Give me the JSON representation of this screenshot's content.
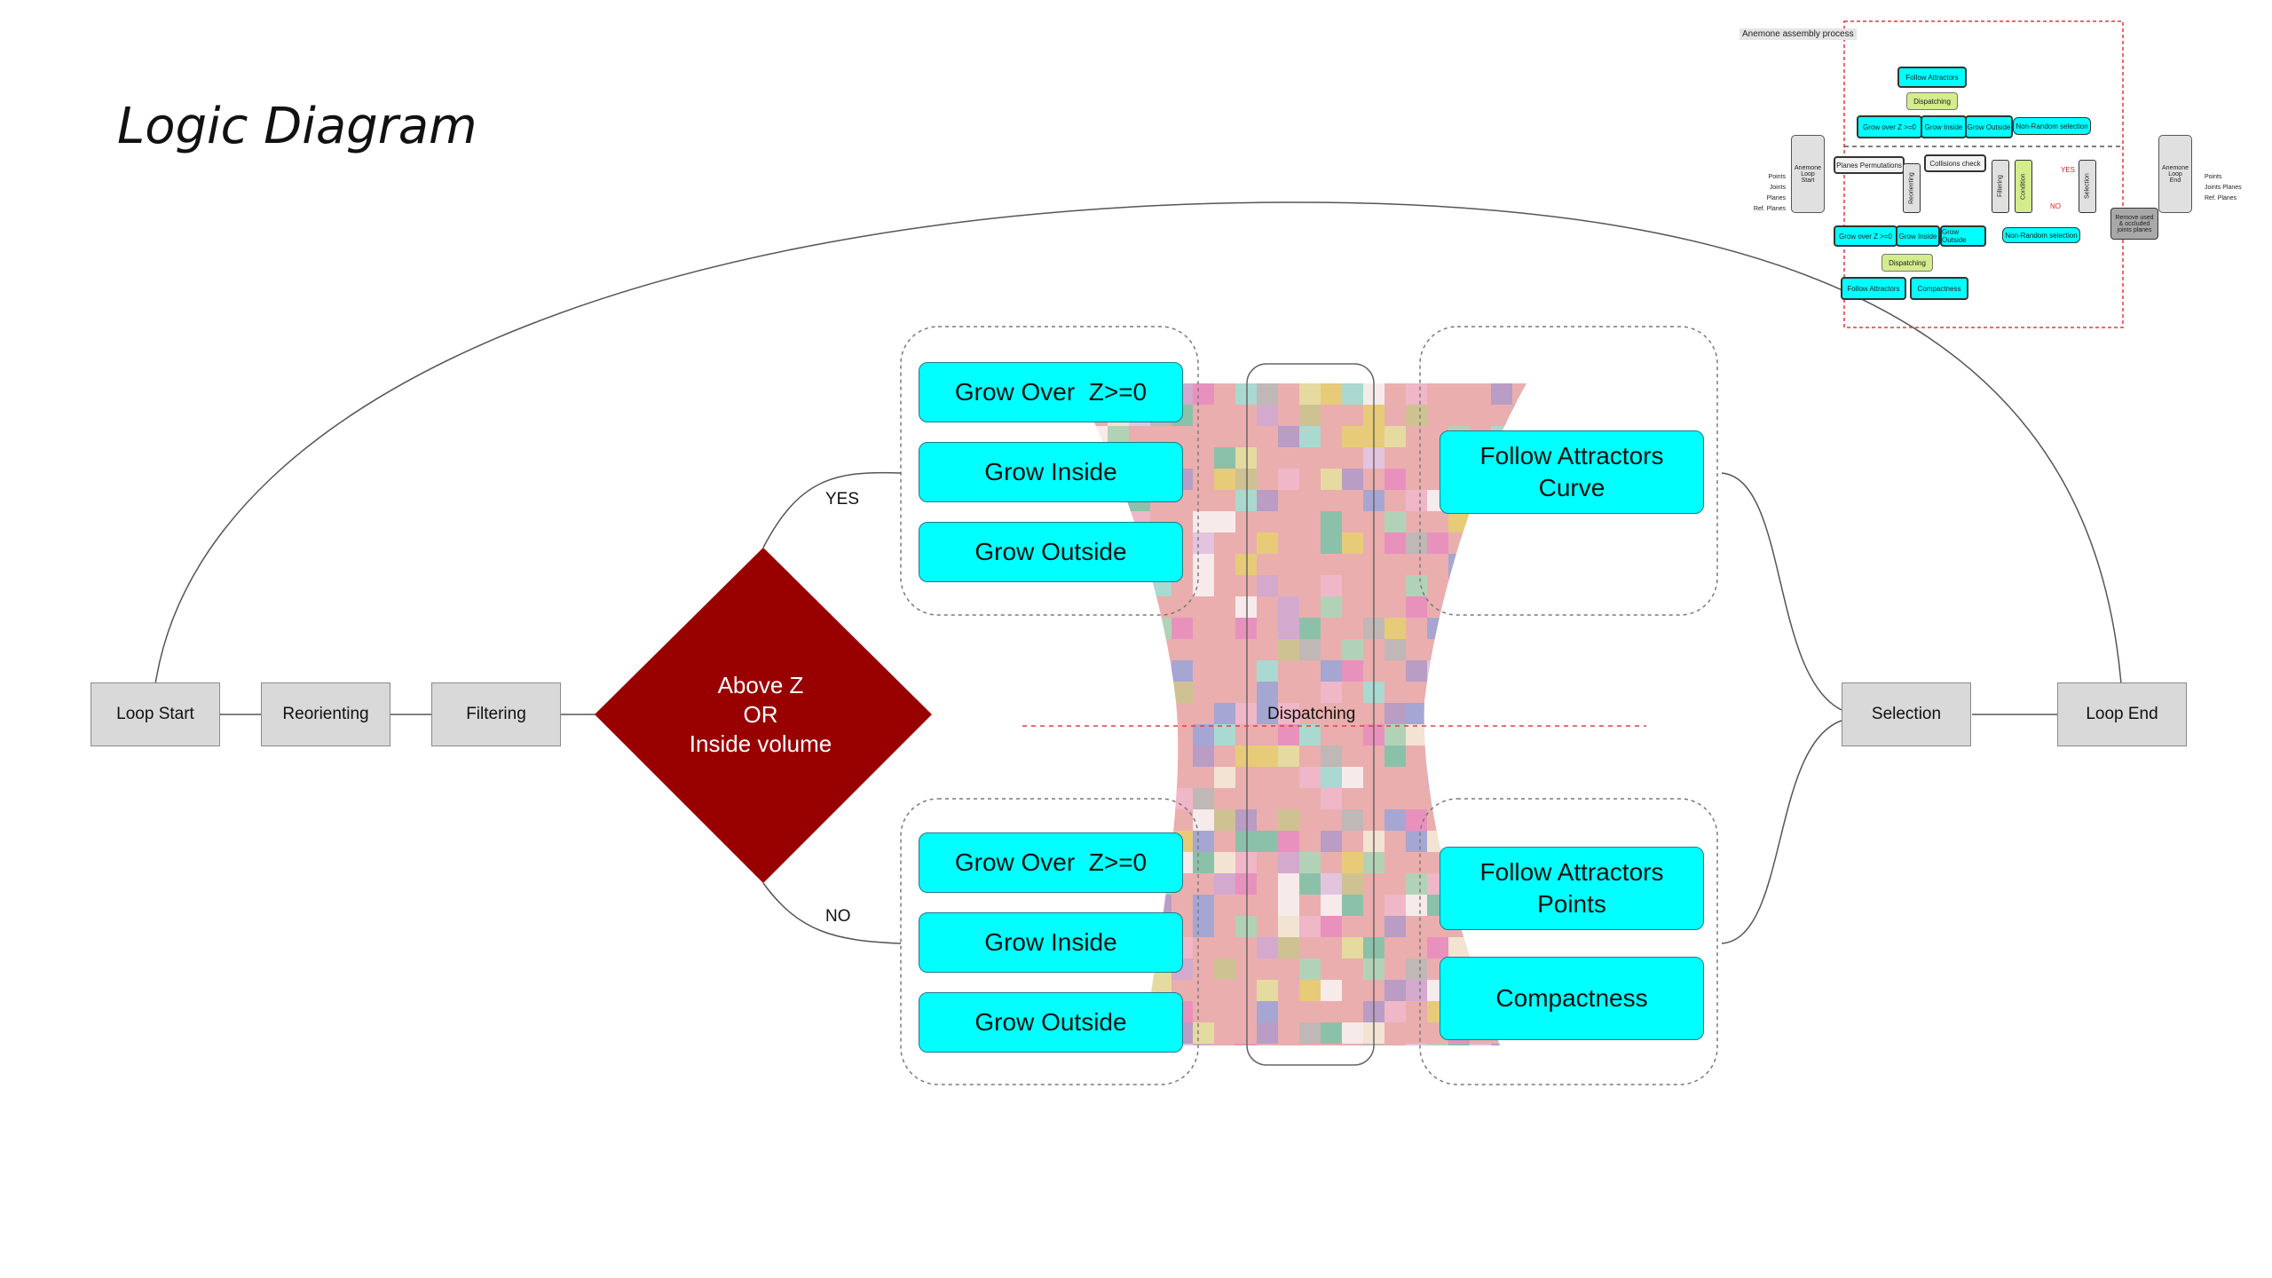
{
  "title": "Logic Diagram",
  "nodes": {
    "loop_start": "Loop Start",
    "reorienting": "Reorienting",
    "filtering": "Filtering",
    "condition": "Above Z\nOR\nInside volume",
    "yes": "YES",
    "no": "NO",
    "dispatching": "Dispatching",
    "selection": "Selection",
    "loop_end": "Loop End"
  },
  "yes_branch": [
    "Grow Over  Z>=0",
    "Grow Inside",
    "Grow Outside"
  ],
  "no_branch": [
    "Grow Over  Z>=0",
    "Grow Inside",
    "Grow Outside"
  ],
  "attractors_curve": "Follow Attractors\nCurve",
  "attractors_points": "Follow Attractors\nPoints",
  "compactness": "Compactness",
  "overview": {
    "caption": "Anemone assembly process",
    "follow_attractors": "Follow Attractors",
    "dispatching": "Dispatching",
    "grow_over": "Grow over Z >=0",
    "grow_inside": "Grow Inside",
    "grow_outside": "Grow Outside",
    "non_random": "Non-Random selection",
    "anemone_start": "Anemone\nLoop\nStart",
    "anemone_end": "Anemone\nLoop\nEnd",
    "planes_perm": "Planes Permutations",
    "collisions": "Collisions check",
    "reorienting": "Reorienting",
    "filtering": "Filtering",
    "condition": "Condition",
    "selection": "Selection",
    "yes": "YES",
    "no": "NO",
    "inputs": [
      "Points",
      "Joints Planes",
      "Ref. Planes"
    ],
    "outputs": [
      "Points",
      "Joints Planes",
      "Ref. Planes"
    ],
    "remove_used": "Remove used\n& occluded\njoints planes",
    "compactness": "Compactness"
  },
  "colors": {
    "cyan": "#00ffff",
    "gray_box": "#d9d9d9",
    "diamond": "#990000",
    "pink_bg": "#e8a5a5",
    "dashed_red": "#e04040",
    "overview_border": "#e03a3a"
  }
}
